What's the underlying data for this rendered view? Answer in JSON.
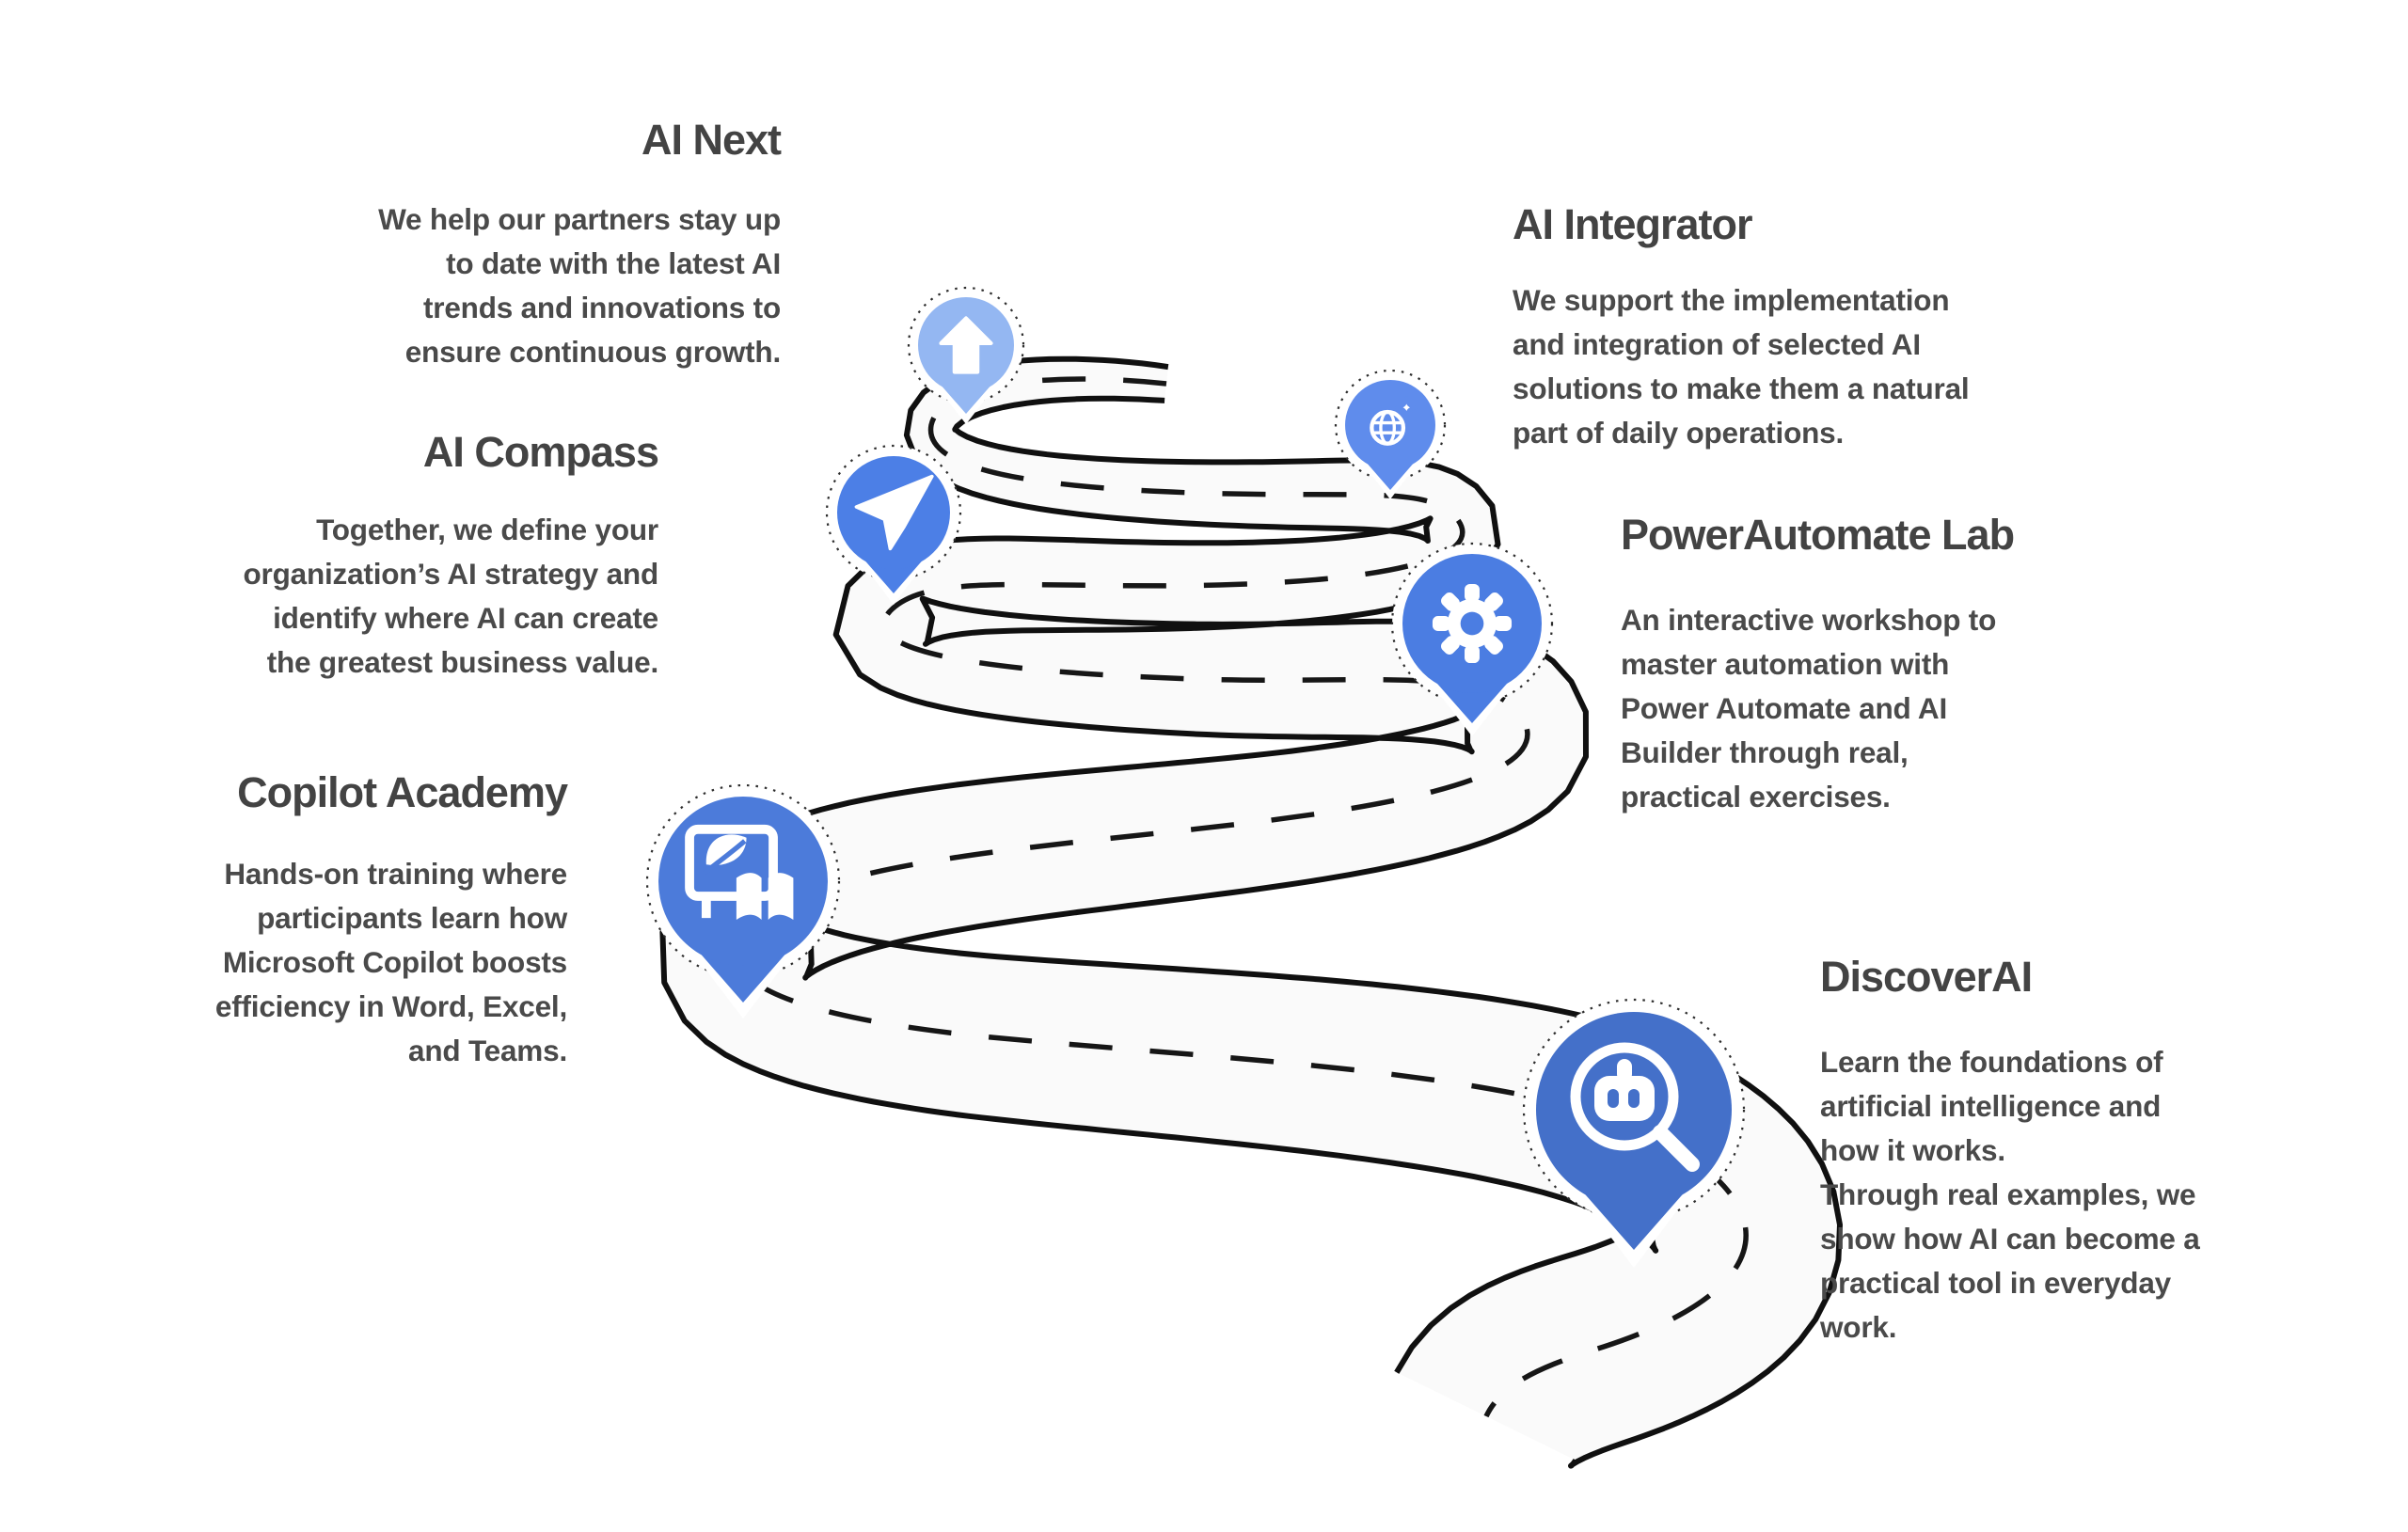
{
  "canvas": {
    "background": "#ffffff"
  },
  "sections": [
    {
      "id": "ai-next",
      "title": "AI Next",
      "body": "We help our partners stay up\nto date with the latest AI\ntrends and innovations to\nensure continuous growth.",
      "pin_icon": "arrow-up-icon",
      "pin_color": "#94b7f2"
    },
    {
      "id": "ai-compass",
      "title": "AI Compass",
      "body": "Together, we define your\norganization’s AI strategy and\nidentify where AI can create\nthe greatest business value.",
      "pin_icon": "paper-plane-icon",
      "pin_color": "#4c7fe6"
    },
    {
      "id": "copilot-academy",
      "title": "Copilot Academy",
      "body": "Hands-on training where\nparticipants learn how\nMicrosoft Copilot boosts\nefficiency in Word, Excel,\nand Teams.",
      "pin_icon": "monitor-leaf-book-icon",
      "pin_color": "#4c7bda"
    },
    {
      "id": "ai-integrator",
      "title": "AI Integrator",
      "body": "We support the implementation\nand integration of selected AI\nsolutions to make them a natural\npart of daily operations.",
      "pin_icon": "globe-sparkle-icon",
      "pin_color": "#5f8cec"
    },
    {
      "id": "powerautomate-lab",
      "title": "PowerAutomate Lab",
      "body": "An interactive workshop to\nmaster automation with\nPower Automate and AI\nBuilder through real,\npractical exercises.",
      "pin_icon": "gear-icon",
      "pin_color": "#4b7de2"
    },
    {
      "id": "discover-ai",
      "title": "DiscoverAI",
      "body": "Learn the foundations of\nartificial intelligence and\nhow it works.\nThrough real examples, we\nshow how AI can become a\npractical tool in everyday\nwork.",
      "pin_icon": "robot-magnifier-icon",
      "pin_color": "#4470c9"
    }
  ],
  "road": {
    "surface_color": "#fafafa",
    "edge_color": "#101010",
    "dash_color": "#161616"
  },
  "text_colors": {
    "title": "#434343",
    "body": "#4a4a4a"
  }
}
